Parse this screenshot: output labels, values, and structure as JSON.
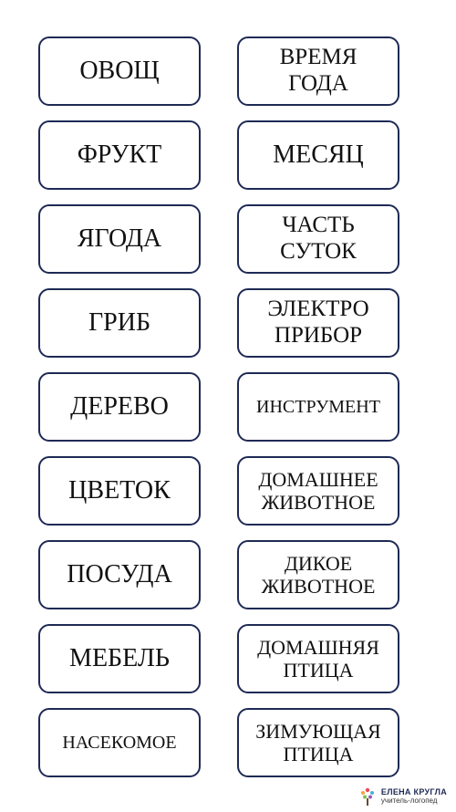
{
  "cards": {
    "left": [
      "ОВОЩ",
      "ФРУКТ",
      "ЯГОДА",
      "ГРИБ",
      "ДЕРЕВО",
      "ЦВЕТОК",
      "ПОСУДА",
      "МЕБЕЛЬ",
      "НАСЕКОМОЕ"
    ],
    "right": [
      [
        "ВРЕМЯ",
        "ГОДА"
      ],
      [
        "МЕСЯЦ"
      ],
      [
        "ЧАСТЬ",
        "СУТОК"
      ],
      [
        "ЭЛЕКТРО",
        "ПРИБОР"
      ],
      [
        "ИНСТРУМЕНТ"
      ],
      [
        "ДОМАШНЕЕ",
        "ЖИВОТНОЕ"
      ],
      [
        "ДИКОЕ",
        "ЖИВОТНОЕ"
      ],
      [
        "ДОМАШНЯЯ",
        "ПТИЦА"
      ],
      [
        "ЗИМУЮЩАЯ",
        "ПТИЦА"
      ]
    ]
  },
  "watermark": {
    "name": "ЕЛЕНА КРУГЛА",
    "subtitle": "учитель-логопед"
  },
  "colors": {
    "card_border": "#1e2a55",
    "text": "#111111",
    "background": "#ffffff"
  }
}
